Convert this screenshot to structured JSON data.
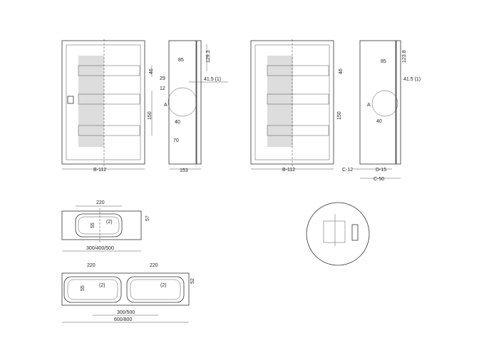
{
  "front_view_1": {
    "width_label": "B-112",
    "dim_46": "46",
    "dim_150": "150"
  },
  "side_view_1": {
    "depth": "153",
    "top": "129.3",
    "d85": "85",
    "d29": "29",
    "d12": "12",
    "d415": "41.5 (1)",
    "d40": "40",
    "d70": "70",
    "detail": "A"
  },
  "front_view_2": {
    "width_label": "B-112",
    "dim_46": "46",
    "dim_150": "150"
  },
  "side_view_2": {
    "top": "123.8",
    "d85": "85",
    "d415": "41.5 (1)",
    "d40": "40",
    "detail": "A",
    "c12": "C-12",
    "d15": "D-15",
    "c50": "C-50"
  },
  "plate_single": {
    "w": "220",
    "h": "55",
    "qty": "(2)",
    "side": "57",
    "total": "300/400/500"
  },
  "plate_double": {
    "w1": "220",
    "w2": "220",
    "h": "55",
    "qty1": "(2)",
    "qty2": "(2)",
    "side": "52",
    "inner": "300/500",
    "total": "600/800"
  }
}
